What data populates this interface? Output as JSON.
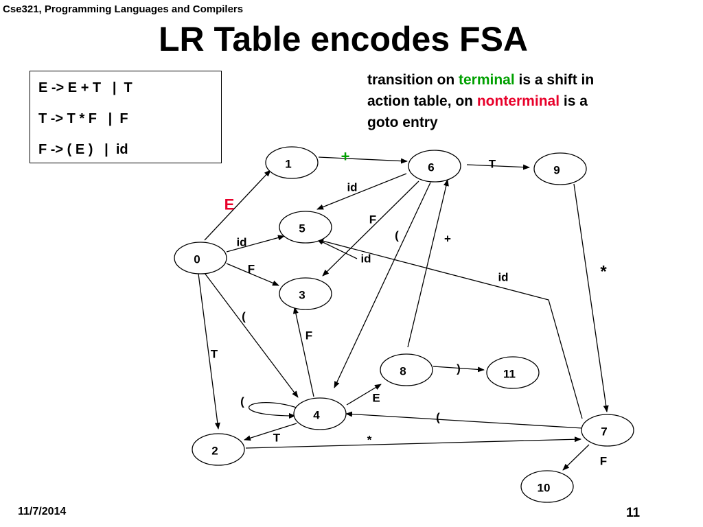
{
  "slide": {
    "header": "Cse321, Programming Languages and Compilers",
    "title": "LR Table encodes FSA",
    "date": "11/7/2014",
    "page_number": "11"
  },
  "grammar": {
    "rules": [
      "E -> E + T   |  T",
      "T -> T * F   |  F",
      "F -> ( E )   |  id"
    ]
  },
  "note": {
    "part1": "transition on ",
    "terminal": "terminal",
    "part2": " is a shift in action table, on ",
    "nonterminal": "nonterminal",
    "part3": " is a goto entry",
    "terminal_color": "#00a000",
    "nonterminal_color": "#e8002a"
  },
  "fsa": {
    "states": [
      "0",
      "1",
      "2",
      "3",
      "4",
      "5",
      "6",
      "7",
      "8",
      "9",
      "10",
      "11"
    ],
    "transitions": [
      {
        "from": "0",
        "to": "1",
        "label": "E"
      },
      {
        "from": "0",
        "to": "5",
        "label": "id"
      },
      {
        "from": "0",
        "to": "3",
        "label": "F"
      },
      {
        "from": "0",
        "to": "4",
        "label": "("
      },
      {
        "from": "0",
        "to": "2",
        "label": "T"
      },
      {
        "from": "1",
        "to": "6",
        "label": "+"
      },
      {
        "from": "6",
        "to": "9",
        "label": "T"
      },
      {
        "from": "6",
        "to": "5",
        "label": "id"
      },
      {
        "from": "6",
        "to": "3",
        "label": "F"
      },
      {
        "from": "6",
        "to": "4",
        "label": "("
      },
      {
        "from": "9",
        "to": "7",
        "label": "*"
      },
      {
        "from": "2",
        "to": "7",
        "label": "*"
      },
      {
        "from": "7",
        "to": "5",
        "label": "id"
      },
      {
        "from": "7",
        "to": "4",
        "label": "("
      },
      {
        "from": "7",
        "to": "10",
        "label": "F"
      },
      {
        "from": "4",
        "to": "5",
        "label": "id"
      },
      {
        "from": "4",
        "to": "3",
        "label": "F"
      },
      {
        "from": "4",
        "to": "4",
        "label": "("
      },
      {
        "from": "4",
        "to": "2",
        "label": "T"
      },
      {
        "from": "4",
        "to": "8",
        "label": "E"
      },
      {
        "from": "8",
        "to": "6",
        "label": "+"
      },
      {
        "from": "8",
        "to": "11",
        "label": ")"
      }
    ]
  }
}
